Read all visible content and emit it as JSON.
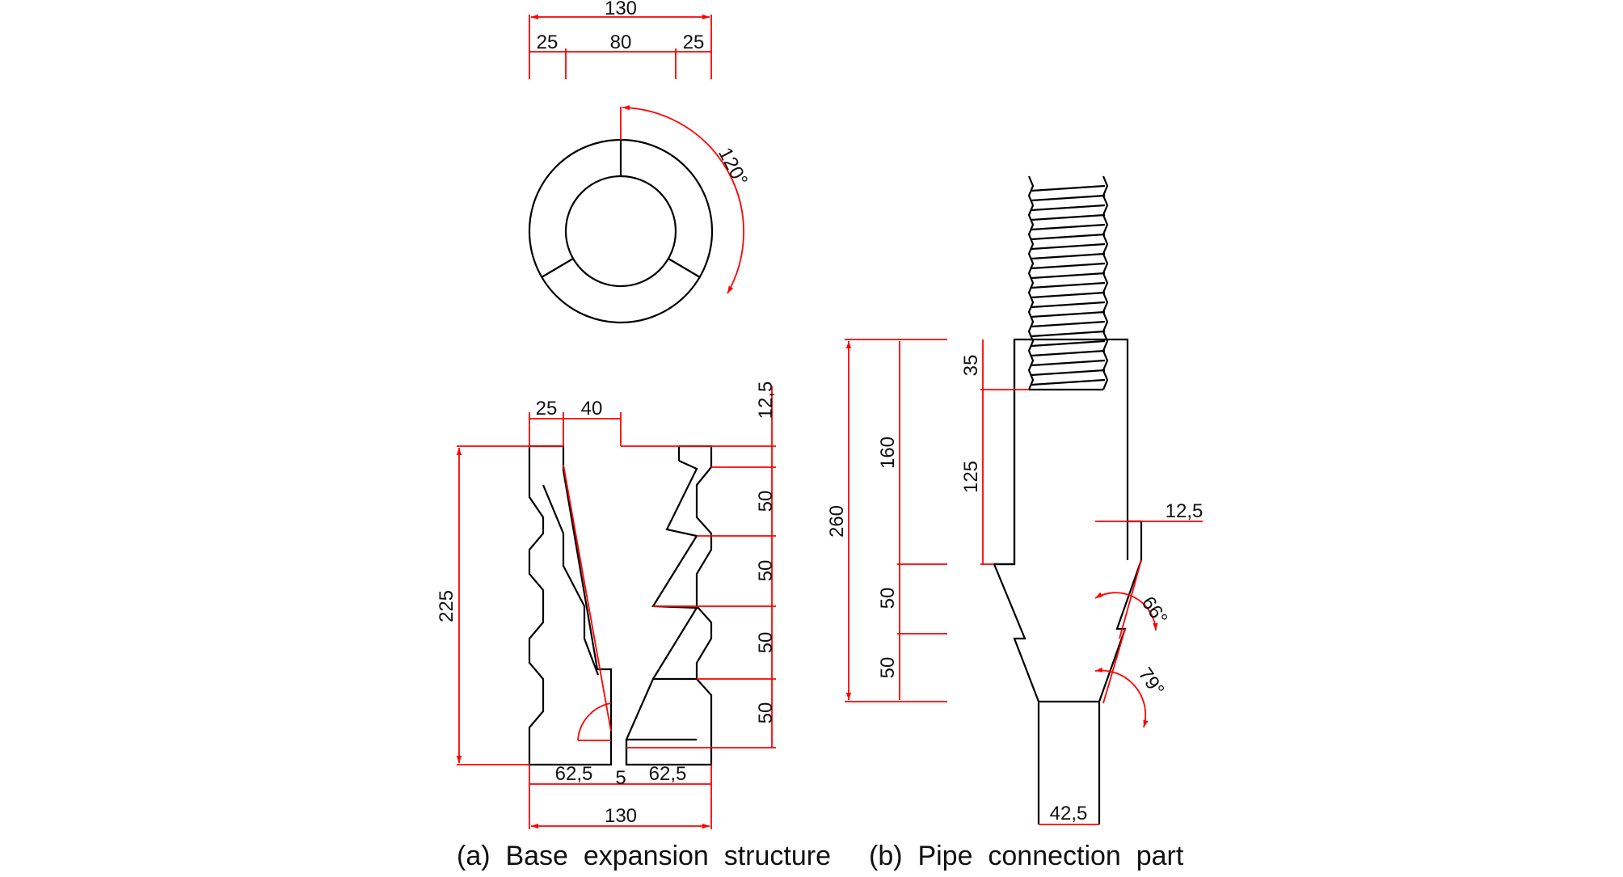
{
  "colors": {
    "outline": "#000000",
    "dimension": "#ff0000",
    "text": "#111111",
    "background": "#ffffff"
  },
  "top_view": {
    "overall_width": "130",
    "left_wall": "25",
    "inner_diameter": "80",
    "right_wall": "25",
    "angle": "120°"
  },
  "base_section": {
    "wall_width": "25",
    "taper_offset": "40",
    "top_gap": "12,5",
    "height": "225",
    "pitch_1": "50",
    "pitch_2": "50",
    "pitch_3": "50",
    "pitch_4": "50",
    "half_width_left": "62,5",
    "slot_width": "5",
    "half_width_right": "62,5",
    "overall_width": "130"
  },
  "pipe_part": {
    "total_height": "260",
    "upper_height": "160",
    "thread_depth": "35",
    "shank_height": "125",
    "step_width": "12,5",
    "cone_height_1": "50",
    "cone_height_2": "50",
    "angle_upper": "66°",
    "angle_lower": "79°",
    "tip_width": "42,5"
  },
  "captions": {
    "a": "(a)  Base  expansion  structure",
    "b": "(b)  Pipe  connection  part"
  }
}
